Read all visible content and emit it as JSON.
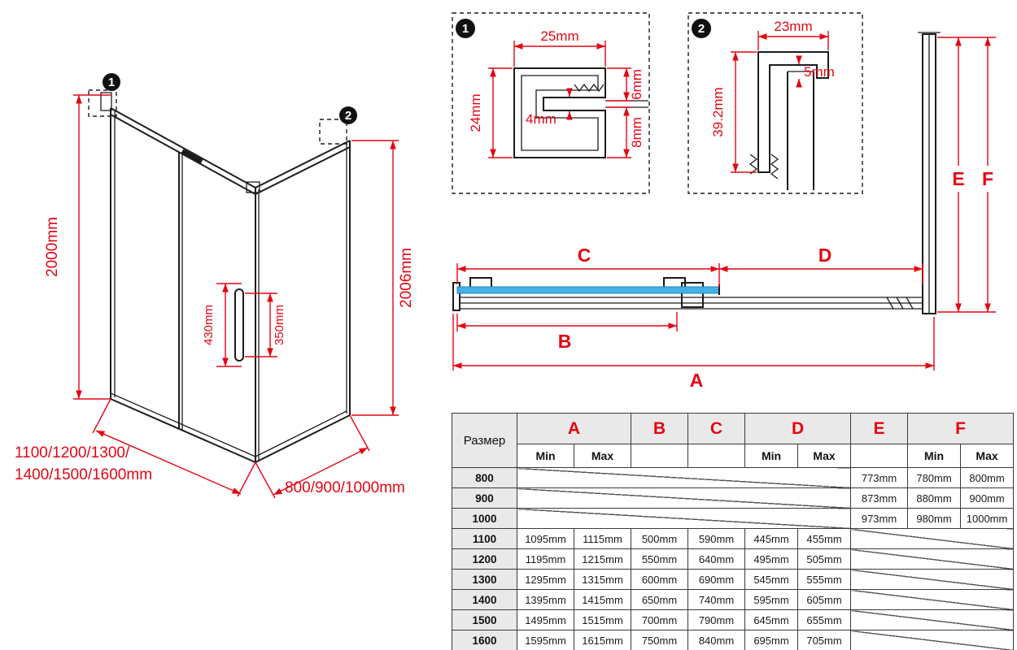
{
  "colors": {
    "accent_red": "#e30613",
    "glass_blue": "#45b0e6"
  },
  "drawing": {
    "marker1": "1",
    "marker2": "2",
    "height_left": "2000mm",
    "height_right": "2006mm",
    "handle_a": "430mm",
    "handle_b": "350mm",
    "width_line1": "1100/1200/1300/",
    "width_line2": "1400/1500/1600mm",
    "depth": "800/900/1000mm"
  },
  "detail1": {
    "marker": "1",
    "top": "25mm",
    "left": "24mm",
    "slot": "4mm",
    "right_top": "6mm",
    "right_bottom": "8mm"
  },
  "detail2": {
    "marker": "2",
    "top": "23mm",
    "gap": "5mm",
    "left": "39.2mm"
  },
  "section": {
    "a": "A",
    "b": "B",
    "c": "C",
    "d": "D",
    "e": "E",
    "f": "F"
  },
  "table": {
    "size_header": "Размер",
    "a": "A",
    "b": "B",
    "c": "C",
    "d": "D",
    "e": "E",
    "f": "F",
    "min": "Min",
    "max": "Max",
    "rows": [
      {
        "size": "800",
        "e": "773mm",
        "f_min": "780mm",
        "f_max": "800mm"
      },
      {
        "size": "900",
        "e": "873mm",
        "f_min": "880mm",
        "f_max": "900mm"
      },
      {
        "size": "1000",
        "e": "973mm",
        "f_min": "980mm",
        "f_max": "1000mm"
      },
      {
        "size": "1100",
        "a_min": "1095mm",
        "a_max": "1115mm",
        "b": "500mm",
        "c": "590mm",
        "d_min": "445mm",
        "d_max": "455mm"
      },
      {
        "size": "1200",
        "a_min": "1195mm",
        "a_max": "1215mm",
        "b": "550mm",
        "c": "640mm",
        "d_min": "495mm",
        "d_max": "505mm"
      },
      {
        "size": "1300",
        "a_min": "1295mm",
        "a_max": "1315mm",
        "b": "600mm",
        "c": "690mm",
        "d_min": "545mm",
        "d_max": "555mm"
      },
      {
        "size": "1400",
        "a_min": "1395mm",
        "a_max": "1415mm",
        "b": "650mm",
        "c": "740mm",
        "d_min": "595mm",
        "d_max": "605mm"
      },
      {
        "size": "1500",
        "a_min": "1495mm",
        "a_max": "1515mm",
        "b": "700mm",
        "c": "790mm",
        "d_min": "645mm",
        "d_max": "655mm"
      },
      {
        "size": "1600",
        "a_min": "1595mm",
        "a_max": "1615mm",
        "b": "750mm",
        "c": "840mm",
        "d_min": "695mm",
        "d_max": "705mm"
      }
    ]
  }
}
